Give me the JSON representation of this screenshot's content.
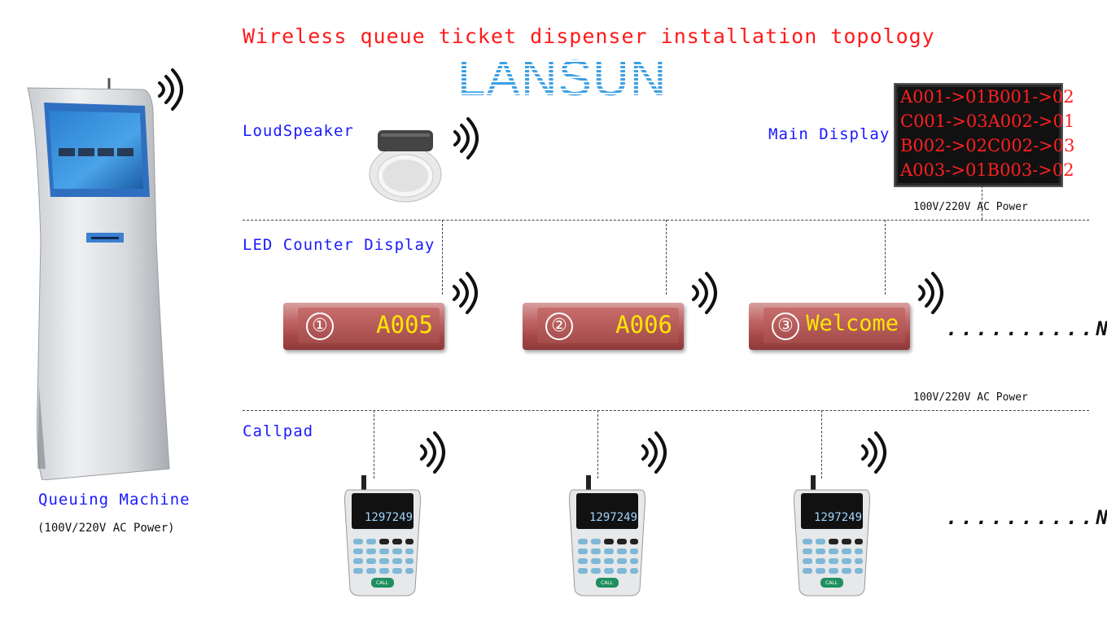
{
  "title": "Wireless queue ticket dispenser installation topology",
  "logo": "LANSUN",
  "labels": {
    "loudspeaker": "LoudSpeaker",
    "main_display": "Main Display",
    "led_counter": "LED Counter Display",
    "callpad": "Callpad",
    "queuing_machine": "Queuing Machine",
    "queuing_power": "(100V/220V AC Power)"
  },
  "power_top": "100V/220V AC Power",
  "power_mid": "100V/220V AC Power",
  "main_display_rows": [
    [
      "A001->01",
      "B001->02"
    ],
    [
      "C001->03",
      "A002->01"
    ],
    [
      "B002->02",
      "C002->03"
    ],
    [
      "A003->01",
      "B003->02"
    ]
  ],
  "counters": [
    {
      "num": "①",
      "text": "A005"
    },
    {
      "num": "②",
      "text": "A006"
    },
    {
      "num": "③",
      "text": "Welcome"
    }
  ],
  "callpad_screen": "1297249",
  "callpad_key": "CALL",
  "more_counters": "..........N",
  "more_callpads": "..........N",
  "colors": {
    "title": "#ff1a1a",
    "label": "#1a1aff",
    "led_text": "#ffe600",
    "main_display_text": "#ff2020"
  }
}
